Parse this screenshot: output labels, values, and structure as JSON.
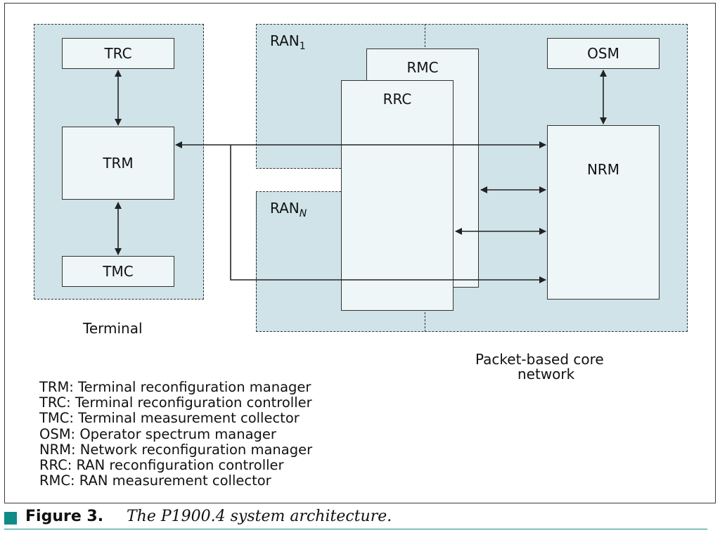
{
  "diagram": {
    "terminal_label": "Terminal",
    "core_label_line1": "Packet-based core",
    "core_label_line2": "network",
    "ran1_label": "RAN",
    "ran1_sub": "1",
    "rann_label": "RAN",
    "rann_sub": "N",
    "boxes": {
      "trc": "TRC",
      "trm": "TRM",
      "tmc": "TMC",
      "osm": "OSM",
      "nrm": "NRM",
      "rmc": "RMC",
      "rrc": "RRC"
    }
  },
  "legend": [
    "TRM: Terminal reconfiguration manager",
    "TRC: Terminal reconfiguration controller",
    "TMC: Terminal measurement collector",
    "OSM: Operator spectrum manager",
    "NRM: Network reconfiguration manager",
    "RRC: RAN reconfiguration controller",
    "RMC: RAN measurement collector"
  ],
  "caption": {
    "number": "Figure 3.",
    "text": "The P1900.4 system architecture."
  },
  "colors": {
    "region_fill": "#cfe3e8",
    "box_fill": "#eef6f8",
    "accent": "#0f8c86"
  }
}
